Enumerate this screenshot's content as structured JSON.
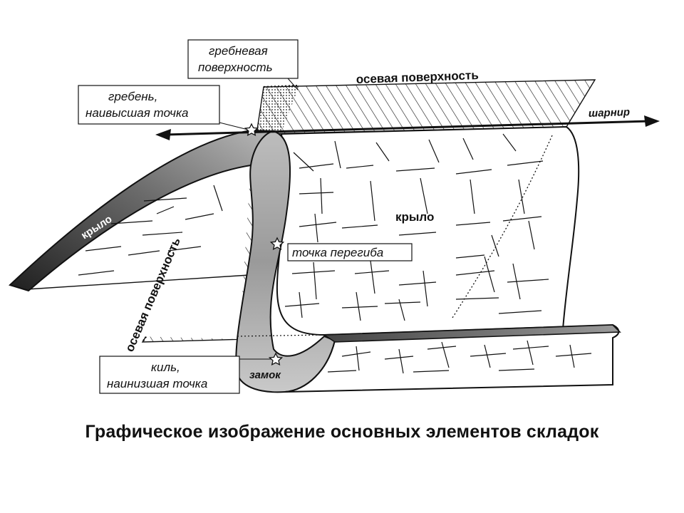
{
  "labels": {
    "crest_surface_1": "гребневая",
    "crest_surface_2": "поверхность",
    "axial_surface_top": "осевая поверхность",
    "crest_1": "гребень,",
    "crest_2": "наивысшая точка",
    "hinge": "шарнир",
    "limb_left": "крыло",
    "limb_right": "крыло",
    "inflection": "точка перегиба",
    "axial_surface_left": "осевая поверхность",
    "keel_1": "киль,",
    "keel_2": "наинизшая точка",
    "closure": "замок"
  },
  "caption": "Графическое изображение основных элементов складок",
  "colors": {
    "ink": "#111111",
    "band_dark": "#2a2a2a",
    "band_light": "#e8e8e8"
  }
}
